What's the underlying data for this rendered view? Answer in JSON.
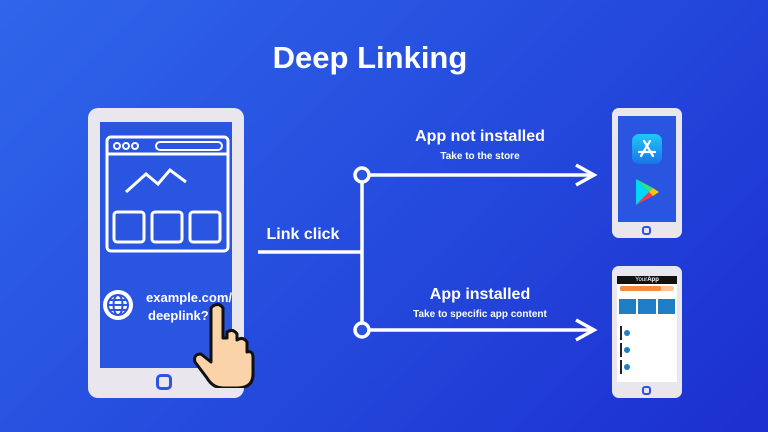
{
  "title": "Deep Linking",
  "link_click": "Link click",
  "url_line1": "example.com/",
  "url_line2": "deeplink?...",
  "branch_top": {
    "label": "App not installed",
    "sub": "Take to the store"
  },
  "branch_bottom": {
    "label": "App installed",
    "sub": "Take to specific app content"
  },
  "app": {
    "name_prefix": "Your",
    "name_suffix": "App"
  },
  "icons": [
    "globe-icon",
    "pointing-hand-icon",
    "app-store-icon",
    "google-play-icon",
    "browser-window-icon"
  ],
  "colors": {
    "background": "#2a55e0",
    "phone": "#e9e6ee",
    "accent": "#f58a3c"
  }
}
